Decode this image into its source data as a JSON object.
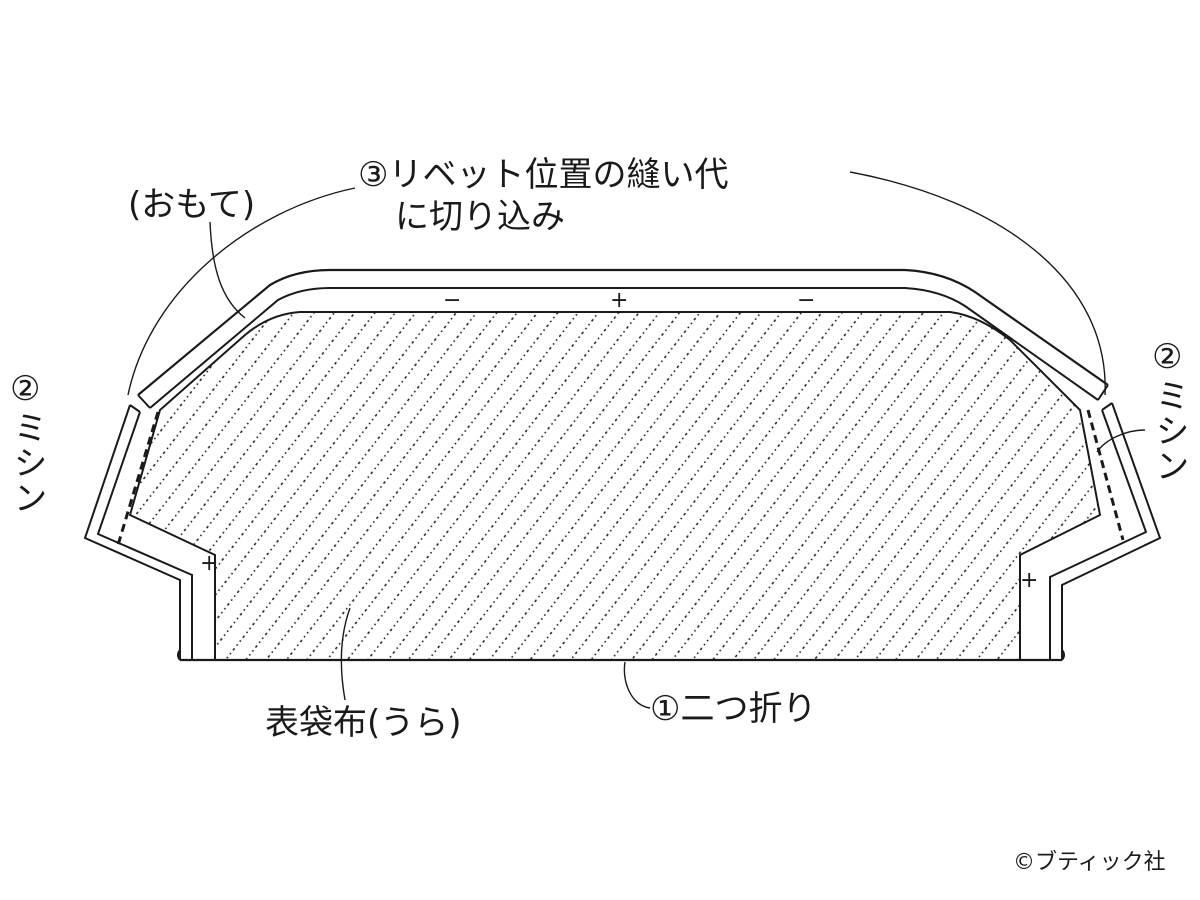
{
  "labels": {
    "rivet_cut_line1": "③リベット位置の縫い代",
    "rivet_cut_line2": "に切り込み",
    "right_side": "(おもて)",
    "sewing_left_num": "②",
    "sewing_left_text": "ミシン",
    "sewing_right_num": "②",
    "sewing_right_text": "ミシン",
    "outer_fabric": "表袋布(うら)",
    "fold_in_half": "①二つ折り"
  },
  "marks": {
    "top_minus_left": "−",
    "top_plus": "+",
    "top_minus_right": "−",
    "left_plus": "+",
    "right_plus": "+"
  },
  "copyright": "©ブティック社",
  "colors": {
    "ink": "#1a1a1a",
    "background": "#ffffff"
  }
}
